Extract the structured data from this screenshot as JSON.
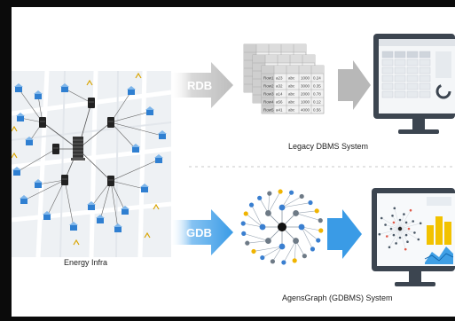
{
  "labels": {
    "energy_infra": "Energy Infra",
    "rdb": "RDB",
    "gdb": "GDB",
    "legacy_system": "Legacy DBMS System",
    "agensgraph_system": "AgensGraph (GDBMS) System"
  },
  "colors": {
    "rdb_arrow": "#c8c8c8",
    "gdb_arrow": "#3a9be6",
    "monitor_frame": "#3c4550",
    "house": "#2f7fd1",
    "server": "#222222",
    "node_blue": "#3a7fd0",
    "node_gray": "#6e7a86",
    "node_yellow": "#f0b400",
    "chart_yellow": "#f2c200",
    "chart_blue": "#1f8fe0"
  },
  "icons": {
    "server": "server-icon",
    "house": "house-icon",
    "tower": "building-icon",
    "pole": "power-pole-icon",
    "monitor": "monitor-icon"
  },
  "legacy_table": {
    "rows": [
      [
        "Row1",
        "a23",
        "abc",
        "1000",
        "0.24"
      ],
      [
        "Row2",
        "a32",
        "abc",
        "3000",
        "0.35"
      ],
      [
        "Row3",
        "a14",
        "abc",
        "2000",
        "0.78"
      ],
      [
        "Row4",
        "a56",
        "abc",
        "1000",
        "0.12"
      ],
      [
        "Row5",
        "a41",
        "abc",
        "4000",
        "0.56"
      ]
    ]
  }
}
